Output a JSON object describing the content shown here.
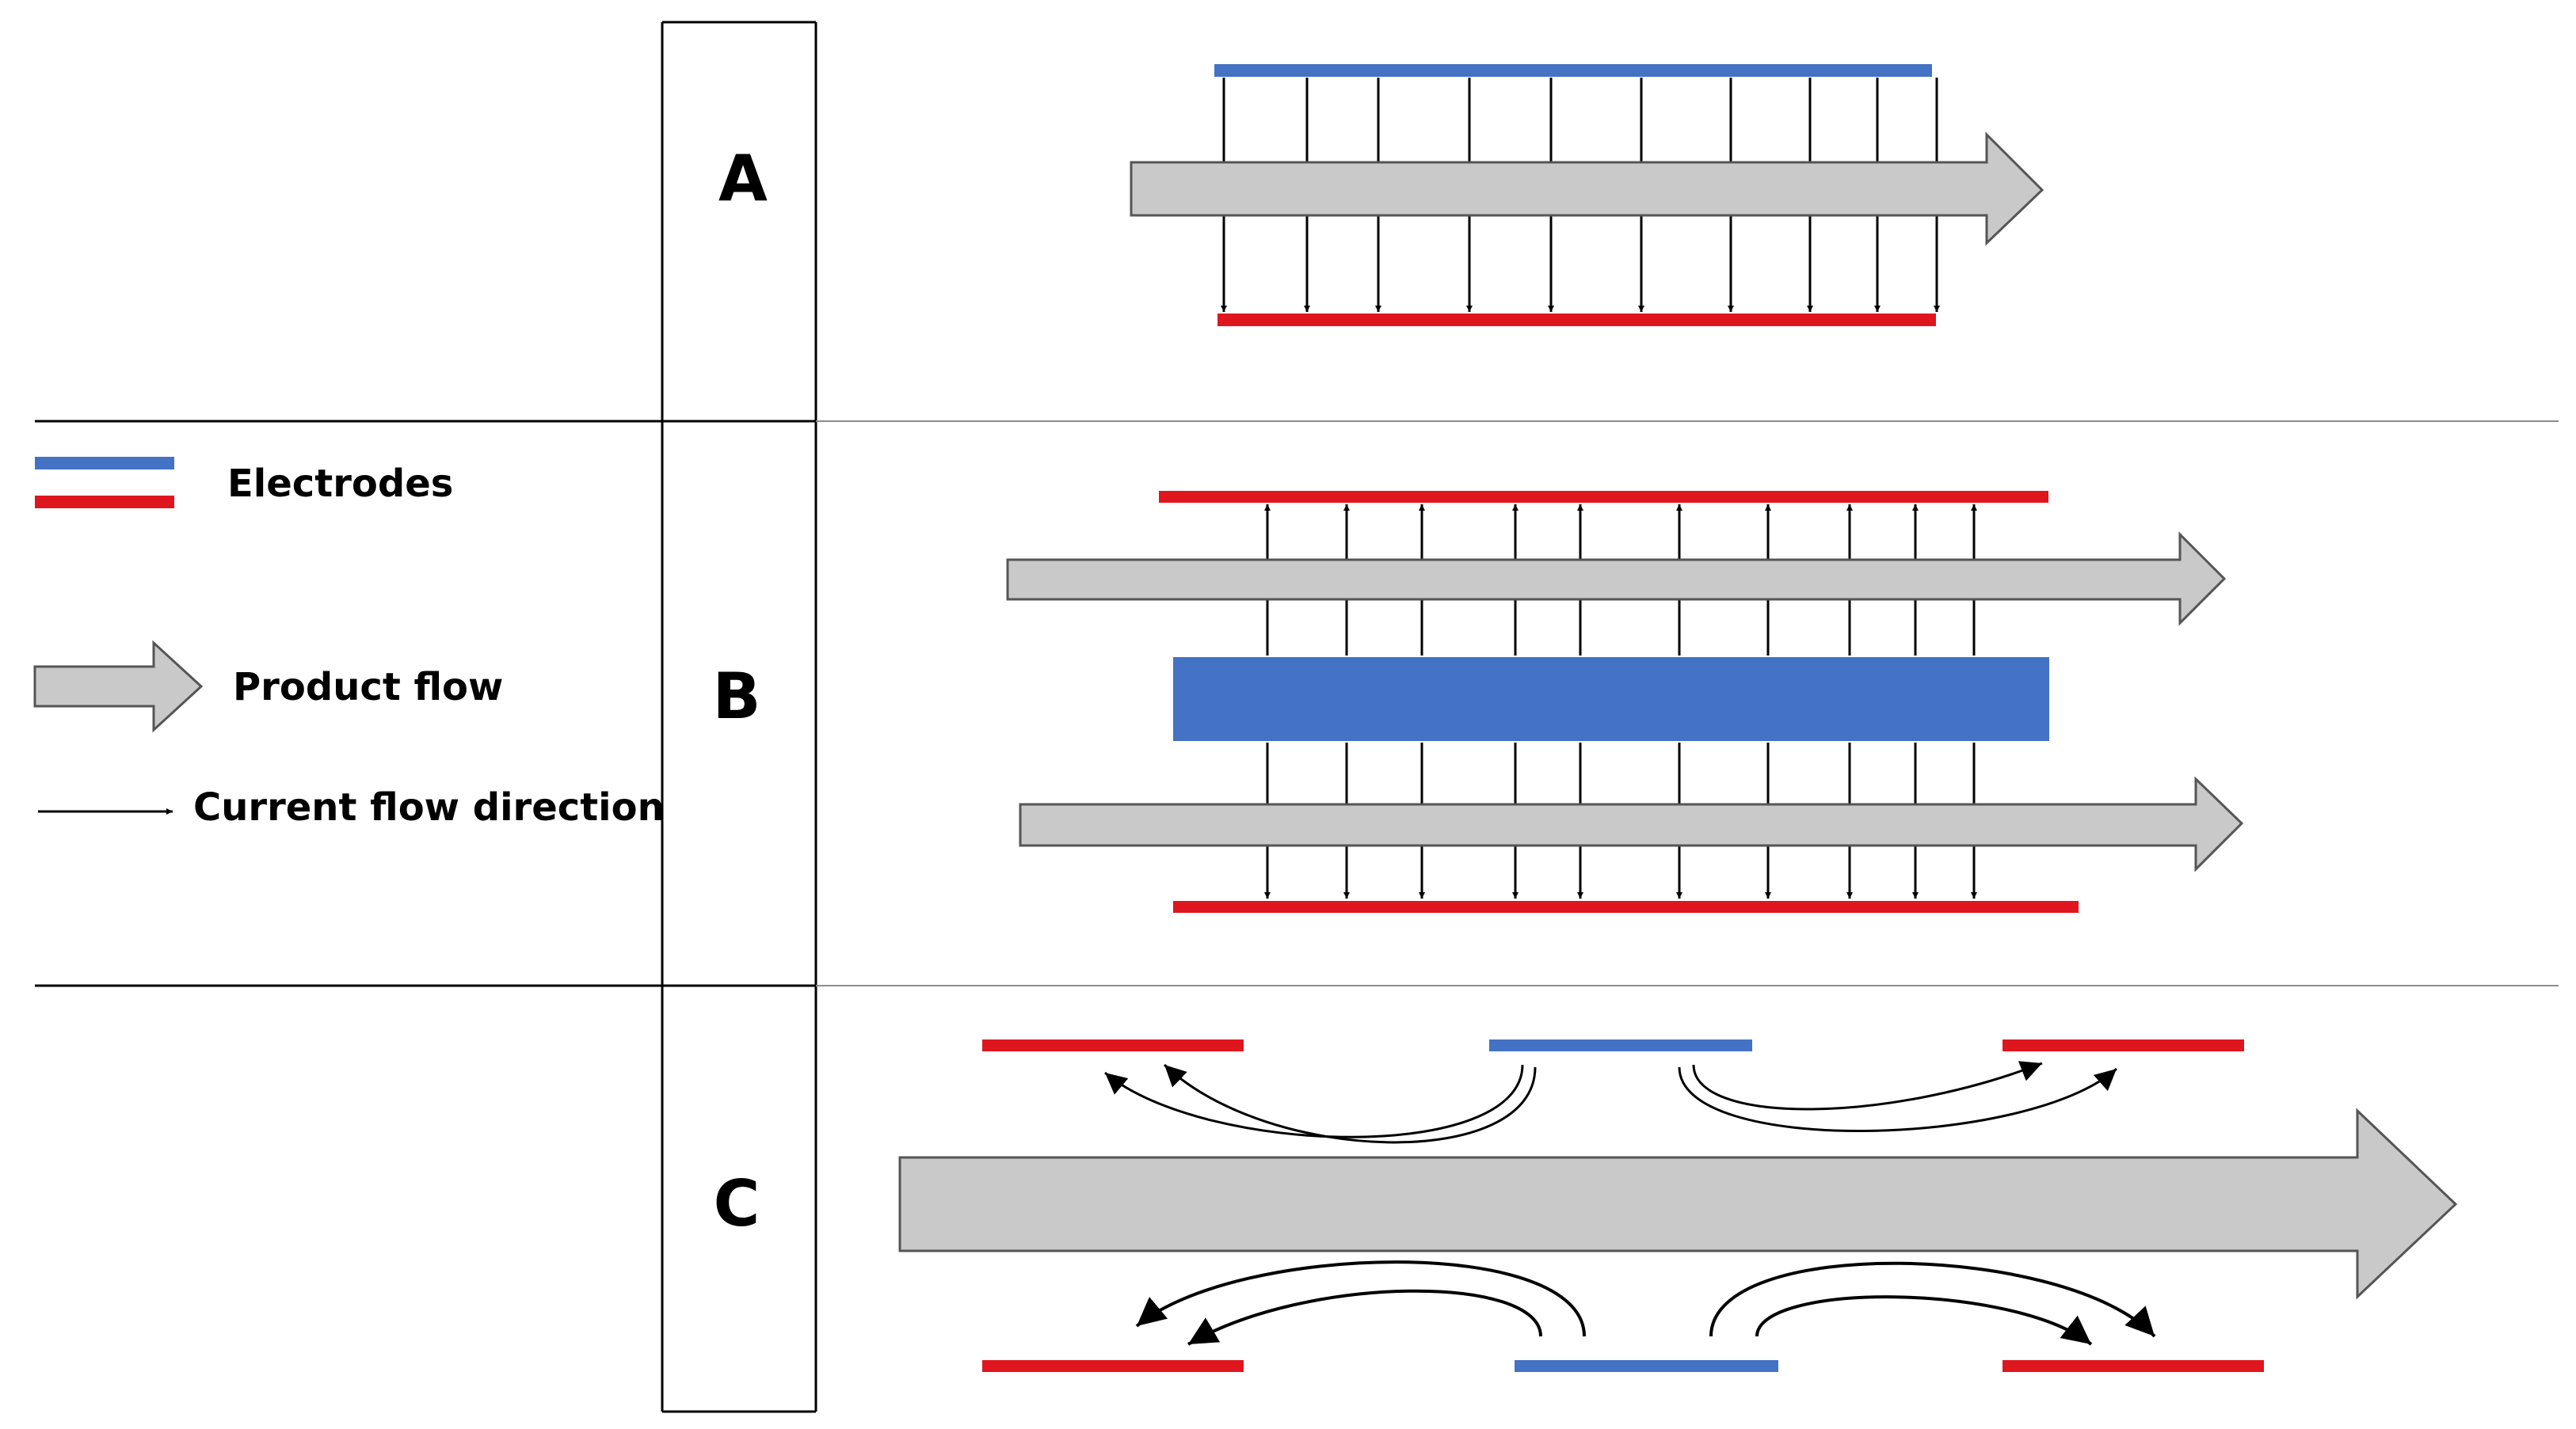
{
  "panels": {
    "a": {
      "label": "A"
    },
    "b": {
      "label": "B"
    },
    "c": {
      "label": "C"
    }
  },
  "legend": {
    "electrodes": "Electrodes",
    "product_flow": "Product flow",
    "current_flow": "Current flow direction"
  },
  "colors": {
    "positive_electrode": "#4472C4",
    "negative_electrode": "#E0161E",
    "product_flow_fill": "#C9C9C9",
    "outline": "#000000",
    "divider": "#8C8C8C"
  },
  "icons": {
    "electrode": "colored-bar",
    "product_flow": "block-arrow-right",
    "current_flow": "thin-arrow"
  }
}
